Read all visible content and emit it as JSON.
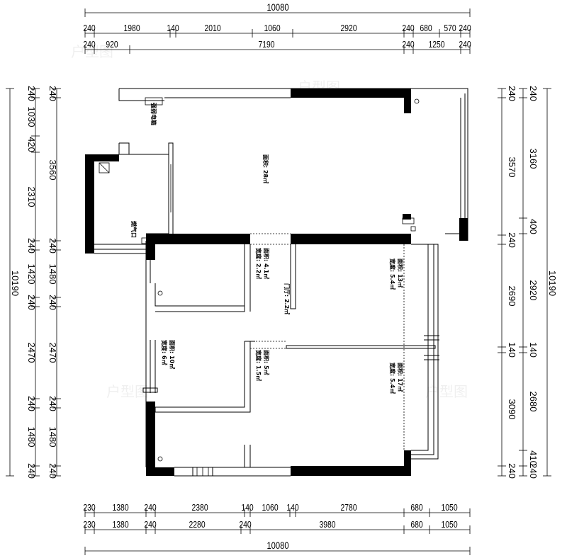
{
  "top": {
    "total": "10080",
    "row1": [
      "240",
      "1980",
      "140",
      "2010",
      "1060",
      "2920",
      "240",
      "680",
      "570",
      "240"
    ],
    "row2": [
      "240",
      "920",
      "7190",
      "240",
      "1250",
      "240"
    ]
  },
  "bottom": {
    "total": "10080",
    "row1": [
      "230",
      "1380",
      "240",
      "2380",
      "140",
      "1060",
      "140",
      "2780",
      "680",
      "1050"
    ],
    "row2": [
      "230",
      "1380",
      "240",
      "2280",
      "240",
      "3980",
      "680",
      "1050"
    ]
  },
  "left": {
    "total": "10190",
    "col1": [
      "240",
      "1030",
      "420",
      "2310",
      "240",
      "1420",
      "240",
      "2470",
      "240",
      "1480",
      "240"
    ],
    "col2": [
      "240",
      "3560",
      "240",
      "1480",
      "240",
      "2470",
      "240",
      "1480",
      "240"
    ]
  },
  "right": {
    "total": "10190",
    "col1": [
      "240",
      "3570",
      "240",
      "2690",
      "140",
      "3090",
      "240"
    ],
    "col2": [
      "240",
      "3160",
      "400",
      "2920",
      "140",
      "2680",
      "410",
      "240"
    ]
  },
  "labels": {
    "living": "面积: 28㎡",
    "upper_note": "强弱电箱",
    "kitchen_note": "燃气口",
    "bath1_a": "面积: 4.1㎡",
    "bath1_b": "宽度: 2.2㎡",
    "hall": "门厅: 2.2㎡",
    "bed_top_a": "面积: 13㎡",
    "bed_top_b": "宽度: 5.4㎡",
    "bed_left_a": "面积: 10㎡",
    "bed_left_b": "宽度: 6㎡",
    "bath2_a": "面积: 5㎡",
    "bath2_b": "宽度: 1.5㎡",
    "bed_right_a": "面积: 17㎡",
    "bed_right_b": "宽度: 5.4㎡"
  }
}
